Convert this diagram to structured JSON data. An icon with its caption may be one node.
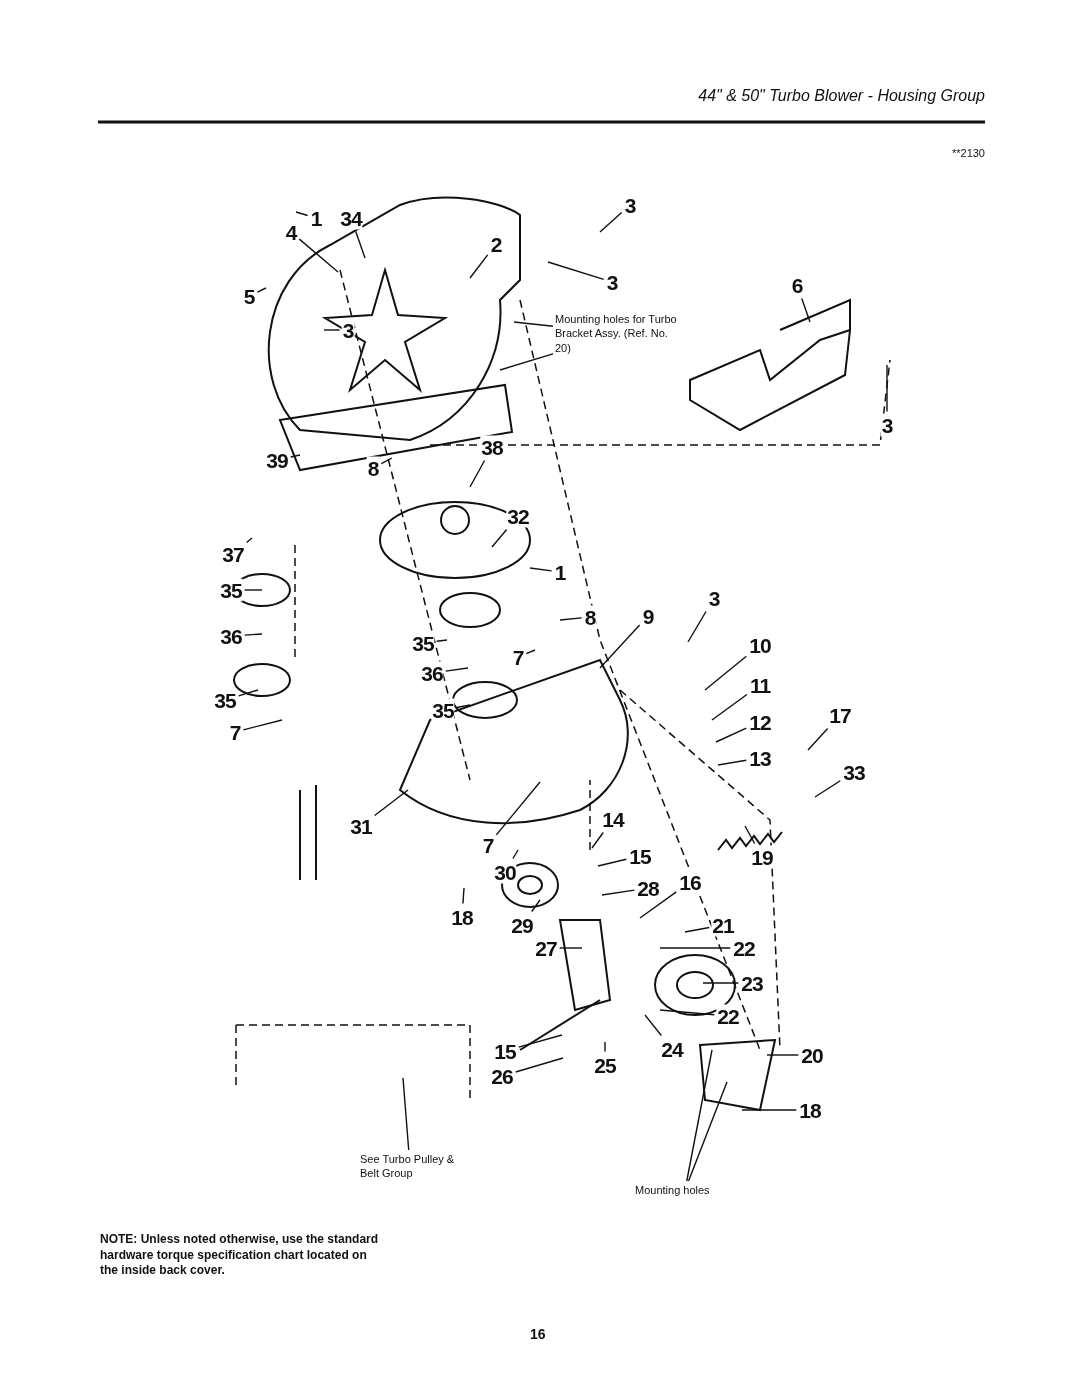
{
  "diagram": {
    "title": "44\" & 50\" Turbo Blower - Housing Group",
    "nodes": [
      {
        "text": [
          "1"
        ]
      },
      {
        "text": [
          "34"
        ]
      },
      {
        "text": [
          "2"
        ]
      },
      {
        "text": [
          "3"
        ]
      },
      {
        "text": [
          "4"
        ]
      },
      {
        "text": [
          "3"
        ]
      },
      {
        "text": [
          "5"
        ]
      },
      {
        "text": [
          "6"
        ]
      },
      {
        "text": [
          "3"
        ]
      },
      {
        "text": [
          "Mounting holes for Turbo Bracket Assy. (Ref. No. 20)"
        ]
      },
      {
        "text": [
          "3"
        ]
      },
      {
        "text": [
          "39"
        ]
      },
      {
        "text": [
          "8"
        ]
      },
      {
        "text": [
          "38"
        ]
      },
      {
        "text": [
          "32"
        ]
      },
      {
        "text": [
          "37"
        ]
      },
      {
        "text": [
          "1"
        ]
      },
      {
        "text": [
          "35"
        ]
      },
      {
        "text": [
          "8"
        ]
      },
      {
        "text": [
          "9"
        ]
      },
      {
        "text": [
          "3"
        ]
      },
      {
        "text": [
          "36"
        ]
      },
      {
        "text": [
          "35"
        ]
      },
      {
        "text": [
          "10"
        ]
      },
      {
        "text": [
          "7"
        ]
      },
      {
        "text": [
          "36"
        ]
      },
      {
        "text": [
          "11"
        ]
      },
      {
        "text": [
          "35"
        ]
      },
      {
        "text": [
          "35"
        ]
      },
      {
        "text": [
          "12"
        ]
      },
      {
        "text": [
          "17"
        ]
      },
      {
        "text": [
          "13"
        ]
      },
      {
        "text": [
          "7"
        ]
      },
      {
        "text": [
          "33"
        ]
      },
      {
        "text": [
          "31"
        ]
      },
      {
        "text": [
          "14"
        ]
      },
      {
        "text": [
          "7"
        ]
      },
      {
        "text": [
          "15"
        ]
      },
      {
        "text": [
          "30"
        ]
      },
      {
        "text": [
          "28"
        ]
      },
      {
        "text": [
          "19"
        ]
      },
      {
        "text": [
          "16"
        ]
      },
      {
        "text": [
          "18"
        ]
      },
      {
        "text": [
          "29"
        ]
      },
      {
        "text": [
          "21"
        ]
      },
      {
        "text": [
          "27"
        ]
      },
      {
        "text": [
          "22"
        ]
      },
      {
        "text": [
          "23"
        ]
      },
      {
        "text": [
          "22"
        ]
      },
      {
        "text": [
          "15"
        ]
      },
      {
        "text": [
          "24"
        ]
      },
      {
        "text": [
          "20"
        ]
      },
      {
        "text": [
          "25"
        ]
      },
      {
        "text": [
          "26"
        ]
      },
      {
        "text": [
          "18"
        ]
      },
      {
        "text": [
          "See Turbo Pulley & Belt Group"
        ]
      },
      {
        "text": [
          "Mounting holes"
        ]
      }
    ],
    "edges": [
      {
        "from": 0,
        "to": null,
        "arrow": "none"
      },
      {
        "from": 1,
        "to": null,
        "arrow": "none"
      },
      {
        "from": 2,
        "to": null,
        "arrow": "none"
      },
      {
        "from": 3,
        "to": null,
        "arrow": "none"
      },
      {
        "from": 4,
        "to": null,
        "arrow": "none"
      },
      {
        "from": 5,
        "to": null,
        "arrow": "none"
      },
      {
        "from": 6,
        "to": null,
        "arrow": "none"
      },
      {
        "from": 7,
        "to": null,
        "arrow": "none"
      },
      {
        "from": 8,
        "to": null,
        "arrow": "none"
      },
      {
        "from": 9,
        "to": null,
        "arrow": "none"
      },
      {
        "from": 9,
        "to": null,
        "arrow": "none"
      },
      {
        "from": 10,
        "to": null,
        "arrow": "none"
      },
      {
        "from": 11,
        "to": null,
        "arrow": "none"
      },
      {
        "from": 12,
        "to": null,
        "arrow": "none"
      },
      {
        "from": 13,
        "to": null,
        "arrow": "none"
      },
      {
        "from": 14,
        "to": null,
        "arrow": "none"
      },
      {
        "from": 15,
        "to": null,
        "arrow": "none"
      },
      {
        "from": 16,
        "to": null,
        "arrow": "none"
      },
      {
        "from": 17,
        "to": null,
        "arrow": "none"
      },
      {
        "from": 18,
        "to": null,
        "arrow": "none"
      },
      {
        "from": 19,
        "to": null,
        "arrow": "none"
      },
      {
        "from": 20,
        "to": null,
        "arrow": "none"
      },
      {
        "from": 21,
        "to": null,
        "arrow": "none"
      },
      {
        "from": 22,
        "to": null,
        "arrow": "none"
      },
      {
        "from": 23,
        "to": null,
        "arrow": "none"
      },
      {
        "from": 24,
        "to": null,
        "arrow": "none"
      },
      {
        "from": 25,
        "to": null,
        "arrow": "none"
      },
      {
        "from": 26,
        "to": null,
        "arrow": "none"
      },
      {
        "from": 27,
        "to": null,
        "arrow": "none"
      },
      {
        "from": 28,
        "to": null,
        "arrow": "none"
      },
      {
        "from": 29,
        "to": null,
        "arrow": "none"
      },
      {
        "from": 30,
        "to": null,
        "arrow": "none"
      },
      {
        "from": 31,
        "to": null,
        "arrow": "none"
      },
      {
        "from": 32,
        "to": null,
        "arrow": "none"
      },
      {
        "from": 33,
        "to": null,
        "arrow": "none"
      },
      {
        "from": 34,
        "to": null,
        "arrow": "none"
      },
      {
        "from": 35,
        "to": null,
        "arrow": "none"
      },
      {
        "from": 36,
        "to": null,
        "arrow": "none"
      },
      {
        "from": 37,
        "to": null,
        "arrow": "none"
      },
      {
        "from": 38,
        "to": null,
        "arrow": "none"
      },
      {
        "from": 39,
        "to": null,
        "arrow": "none"
      },
      {
        "from": 40,
        "to": null,
        "arrow": "none"
      },
      {
        "from": 41,
        "to": null,
        "arrow": "none"
      },
      {
        "from": 42,
        "to": null,
        "arrow": "none"
      },
      {
        "from": 43,
        "to": null,
        "arrow": "none"
      },
      {
        "from": 44,
        "to": null,
        "arrow": "none"
      },
      {
        "from": 45,
        "to": null,
        "arrow": "none"
      },
      {
        "from": 46,
        "to": null,
        "arrow": "none"
      },
      {
        "from": 47,
        "to": null,
        "arrow": "none"
      },
      {
        "from": 48,
        "to": null,
        "arrow": "none"
      },
      {
        "from": 49,
        "to": null,
        "arrow": "none"
      },
      {
        "from": 50,
        "to": null,
        "arrow": "none"
      },
      {
        "from": 51,
        "to": null,
        "arrow": "none"
      },
      {
        "from": 52,
        "to": null,
        "arrow": "none"
      },
      {
        "from": 53,
        "to": null,
        "arrow": "none"
      },
      {
        "from": 54,
        "to": null,
        "arrow": "none"
      },
      {
        "from": 55,
        "to": null,
        "arrow": "none"
      },
      {
        "from": 56,
        "to": null,
        "arrow": "none"
      },
      {
        "from": 56,
        "to": null,
        "arrow": "none"
      }
    ],
    "labels": [
      "**2130",
      "NOTE: Unless noted otherwise, use the standard hardware torque specification chart located on the inside back cover.",
      "16"
    ]
  }
}
